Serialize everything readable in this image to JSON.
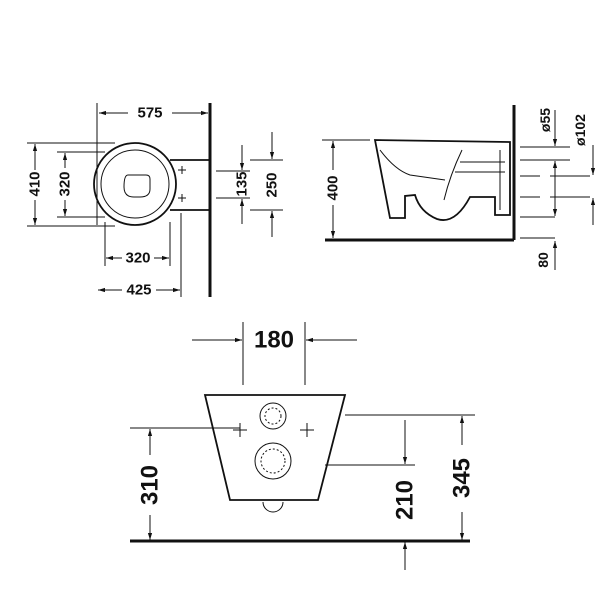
{
  "top_view": {
    "d575": "575",
    "d410": "410",
    "d320v": "320",
    "d320h": "320",
    "d425": "425",
    "d135": "135",
    "d250": "250"
  },
  "side_view": {
    "d400": "400",
    "d55": "ø55",
    "d102": "ø102",
    "d80": "80"
  },
  "front_view": {
    "d180": "180",
    "d310": "310",
    "d210": "210",
    "d345": "345"
  }
}
